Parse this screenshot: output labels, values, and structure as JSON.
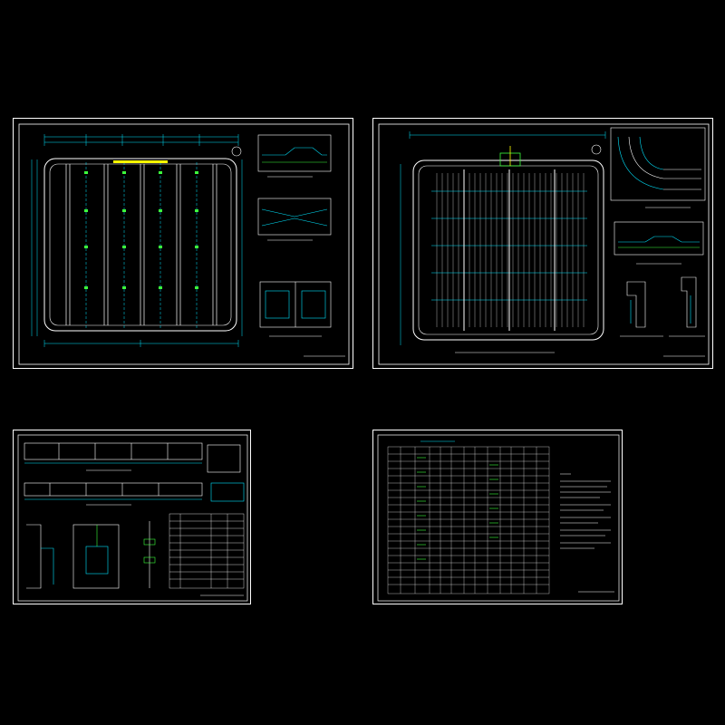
{
  "canvas": {
    "background": "#000000"
  },
  "colors": {
    "border": "#ffffff",
    "cyan": "#00e5ff",
    "white": "#ffffff",
    "green": "#3cff3c",
    "yellow": "#ffff00",
    "magenta": "#ff3cff",
    "blue": "#2a5cff"
  },
  "sheets": [
    {
      "id": "sheet-1",
      "kind": "tank-plan-with-sections",
      "title_text": ""
    },
    {
      "id": "sheet-2",
      "kind": "pipe-grid-plan-with-details",
      "title_text": ""
    },
    {
      "id": "sheet-3",
      "kind": "elevation-and-details-with-table",
      "title_text": ""
    },
    {
      "id": "sheet-4",
      "kind": "material-schedule-with-notes",
      "title_text": ""
    }
  ]
}
